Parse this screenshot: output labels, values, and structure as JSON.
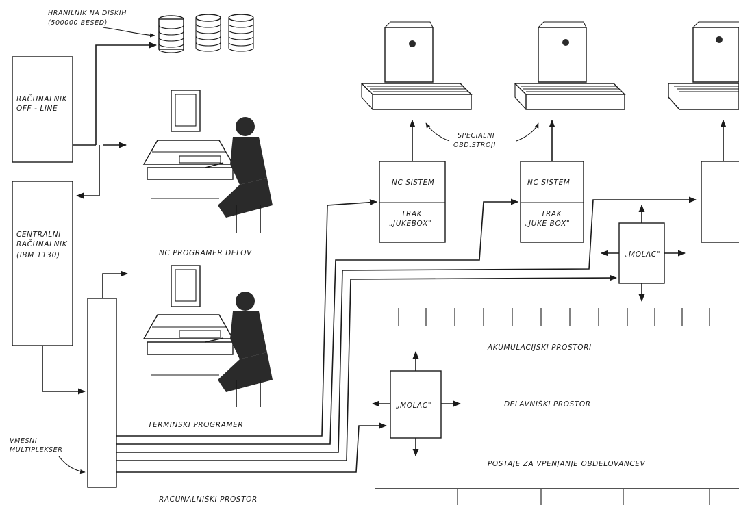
{
  "labels": {
    "disk_storage_line1": "HRANILNIK NA DISKIH",
    "disk_storage_line2": "(500000 BESED)",
    "offline_computer_line1": "RAČUNALNIK",
    "offline_computer_line2": "OFF - LINE",
    "central_computer_line1": "CENTRALNI",
    "central_computer_line2": "RAČUNALNIK",
    "central_computer_line3": "(IBM 1130)",
    "special_machines_line1": "SPECIALNI",
    "special_machines_line2": "OBD.STROJI",
    "nc_system_1": "NC SISTEM",
    "tape_1_line1": "TRAK",
    "tape_1_line2": "„JUKEBOX\"",
    "nc_system_2": "NC SISTEM",
    "tape_2_line1": "TRAK",
    "tape_2_line2": "„JUKE BOX\"",
    "molac_upper": "„MOLAC\"",
    "molac_lower": "„MOLAC\"",
    "nc_programmer": "NC PROGRAMER DELOV",
    "terminal_programmer": "TERMINSKI PROGRAMER",
    "multiplexer_line1": "VMESNI",
    "multiplexer_line2": "MULTIPLEKSER",
    "accumulation_space": "AKUMULACIJSKI PROSTORI",
    "workshop_space": "DELAVNIŠKI PROSTOR",
    "clamping_stations": "POSTAJE ZA VPENJANJE OBDELOVANCEV",
    "computer_room": "RAČUNALNIŠKI PROSTOR"
  }
}
